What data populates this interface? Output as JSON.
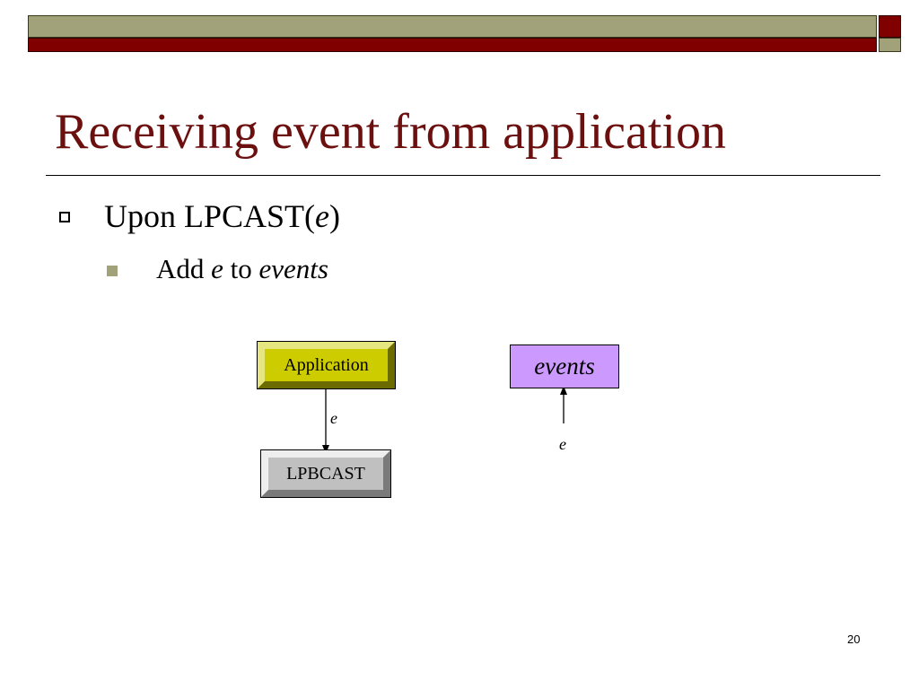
{
  "theme": {
    "olive": "#a2a27a",
    "maroon": "#800000",
    "title_color": "#6b0f0f",
    "application_box": "#cccc00",
    "lpbcast_box": "#c0c0c0",
    "events_box": "#cc99ff"
  },
  "slide": {
    "title": "Receiving event from application",
    "bullet1": {
      "prefix": "Upon LPCAST(",
      "italic": "e",
      "suffix": ")"
    },
    "bullet2": {
      "word1": "Add",
      "italic1": "e",
      "word2": "to",
      "italic2": "events"
    },
    "page_number": "20"
  },
  "diagram": {
    "application_label": "Application",
    "lpbcast_label": "LPBCAST",
    "events_label": "events",
    "arrow1_label": "e",
    "arrow2_label": "e"
  },
  "icons": {
    "bullet1": "hollow-square-bullet-icon",
    "bullet2": "filled-square-bullet-icon"
  }
}
